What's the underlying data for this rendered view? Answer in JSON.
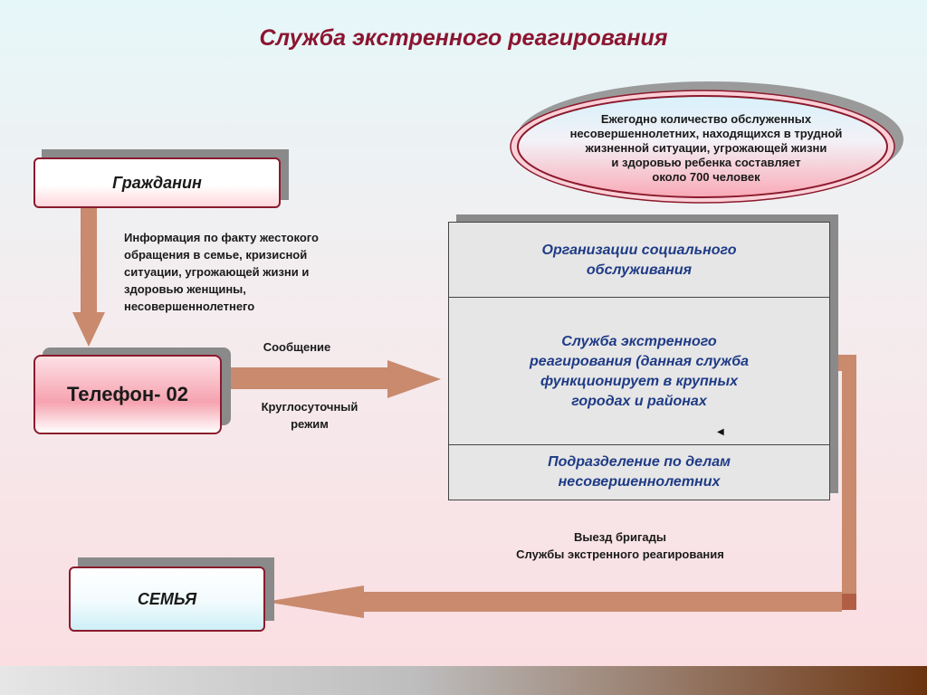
{
  "title": "Служба экстренного реагирования",
  "nodes": {
    "citizen": "Гражданин",
    "phone": "Телефон- 02",
    "family": "СЕМЬЯ"
  },
  "info_text": [
    "Информация по факту жестокого",
    "обращения в семье, кризисной",
    "ситуации, угрожающей жизни и",
    "здоровью женщины,",
    "несовершеннолетнего"
  ],
  "message_label": "Сообщение",
  "mode_label": [
    "Круглосуточный",
    "режим"
  ],
  "annual_note": [
    "Ежегодно количество обслуженных",
    "несовершеннолетних, находящихся в трудной",
    "жизненной ситуации, угрожающей жизни",
    "и здоровью ребенка составляет",
    "около 700 человек"
  ],
  "organizations": {
    "social": [
      "Организации социального",
      "обслуживания"
    ],
    "emergency": [
      "Служба экстренного",
      "реагирования (данная служба",
      "функционирует в крупных",
      "городах  и районах"
    ],
    "juvenile": [
      "Подразделение по делам",
      "несовершеннолетних"
    ]
  },
  "dispatch_label": [
    "Выезд бригады",
    "Службы экстренного реагирования"
  ],
  "colors": {
    "arrow": "#c98a6e",
    "title": "#8b1530",
    "org_text": "#1f3b86",
    "border": "#8b1a2c"
  }
}
